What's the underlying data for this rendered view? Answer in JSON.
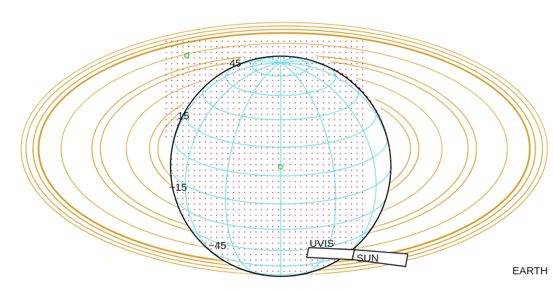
{
  "labels": {
    "lat_45": "45",
    "lat_15": "15",
    "lat_m15": "−15",
    "lat_m45": "−45",
    "uvis": "UVIS",
    "sun": "SUN",
    "earth": "EARTH"
  },
  "colors": {
    "background": "#ffffff",
    "rings": "#d9a030",
    "grid": "#78e0ee",
    "dots": "#c1232b",
    "limb": "#000000",
    "markers": "#33cc33",
    "limb_highlight": "#cc0000",
    "text": "#111111"
  },
  "grid": {
    "latitudes_deg": [
      -75,
      -60,
      -45,
      -30,
      -15,
      0,
      15,
      30,
      45,
      60,
      75
    ],
    "meridian_count": 12
  }
}
